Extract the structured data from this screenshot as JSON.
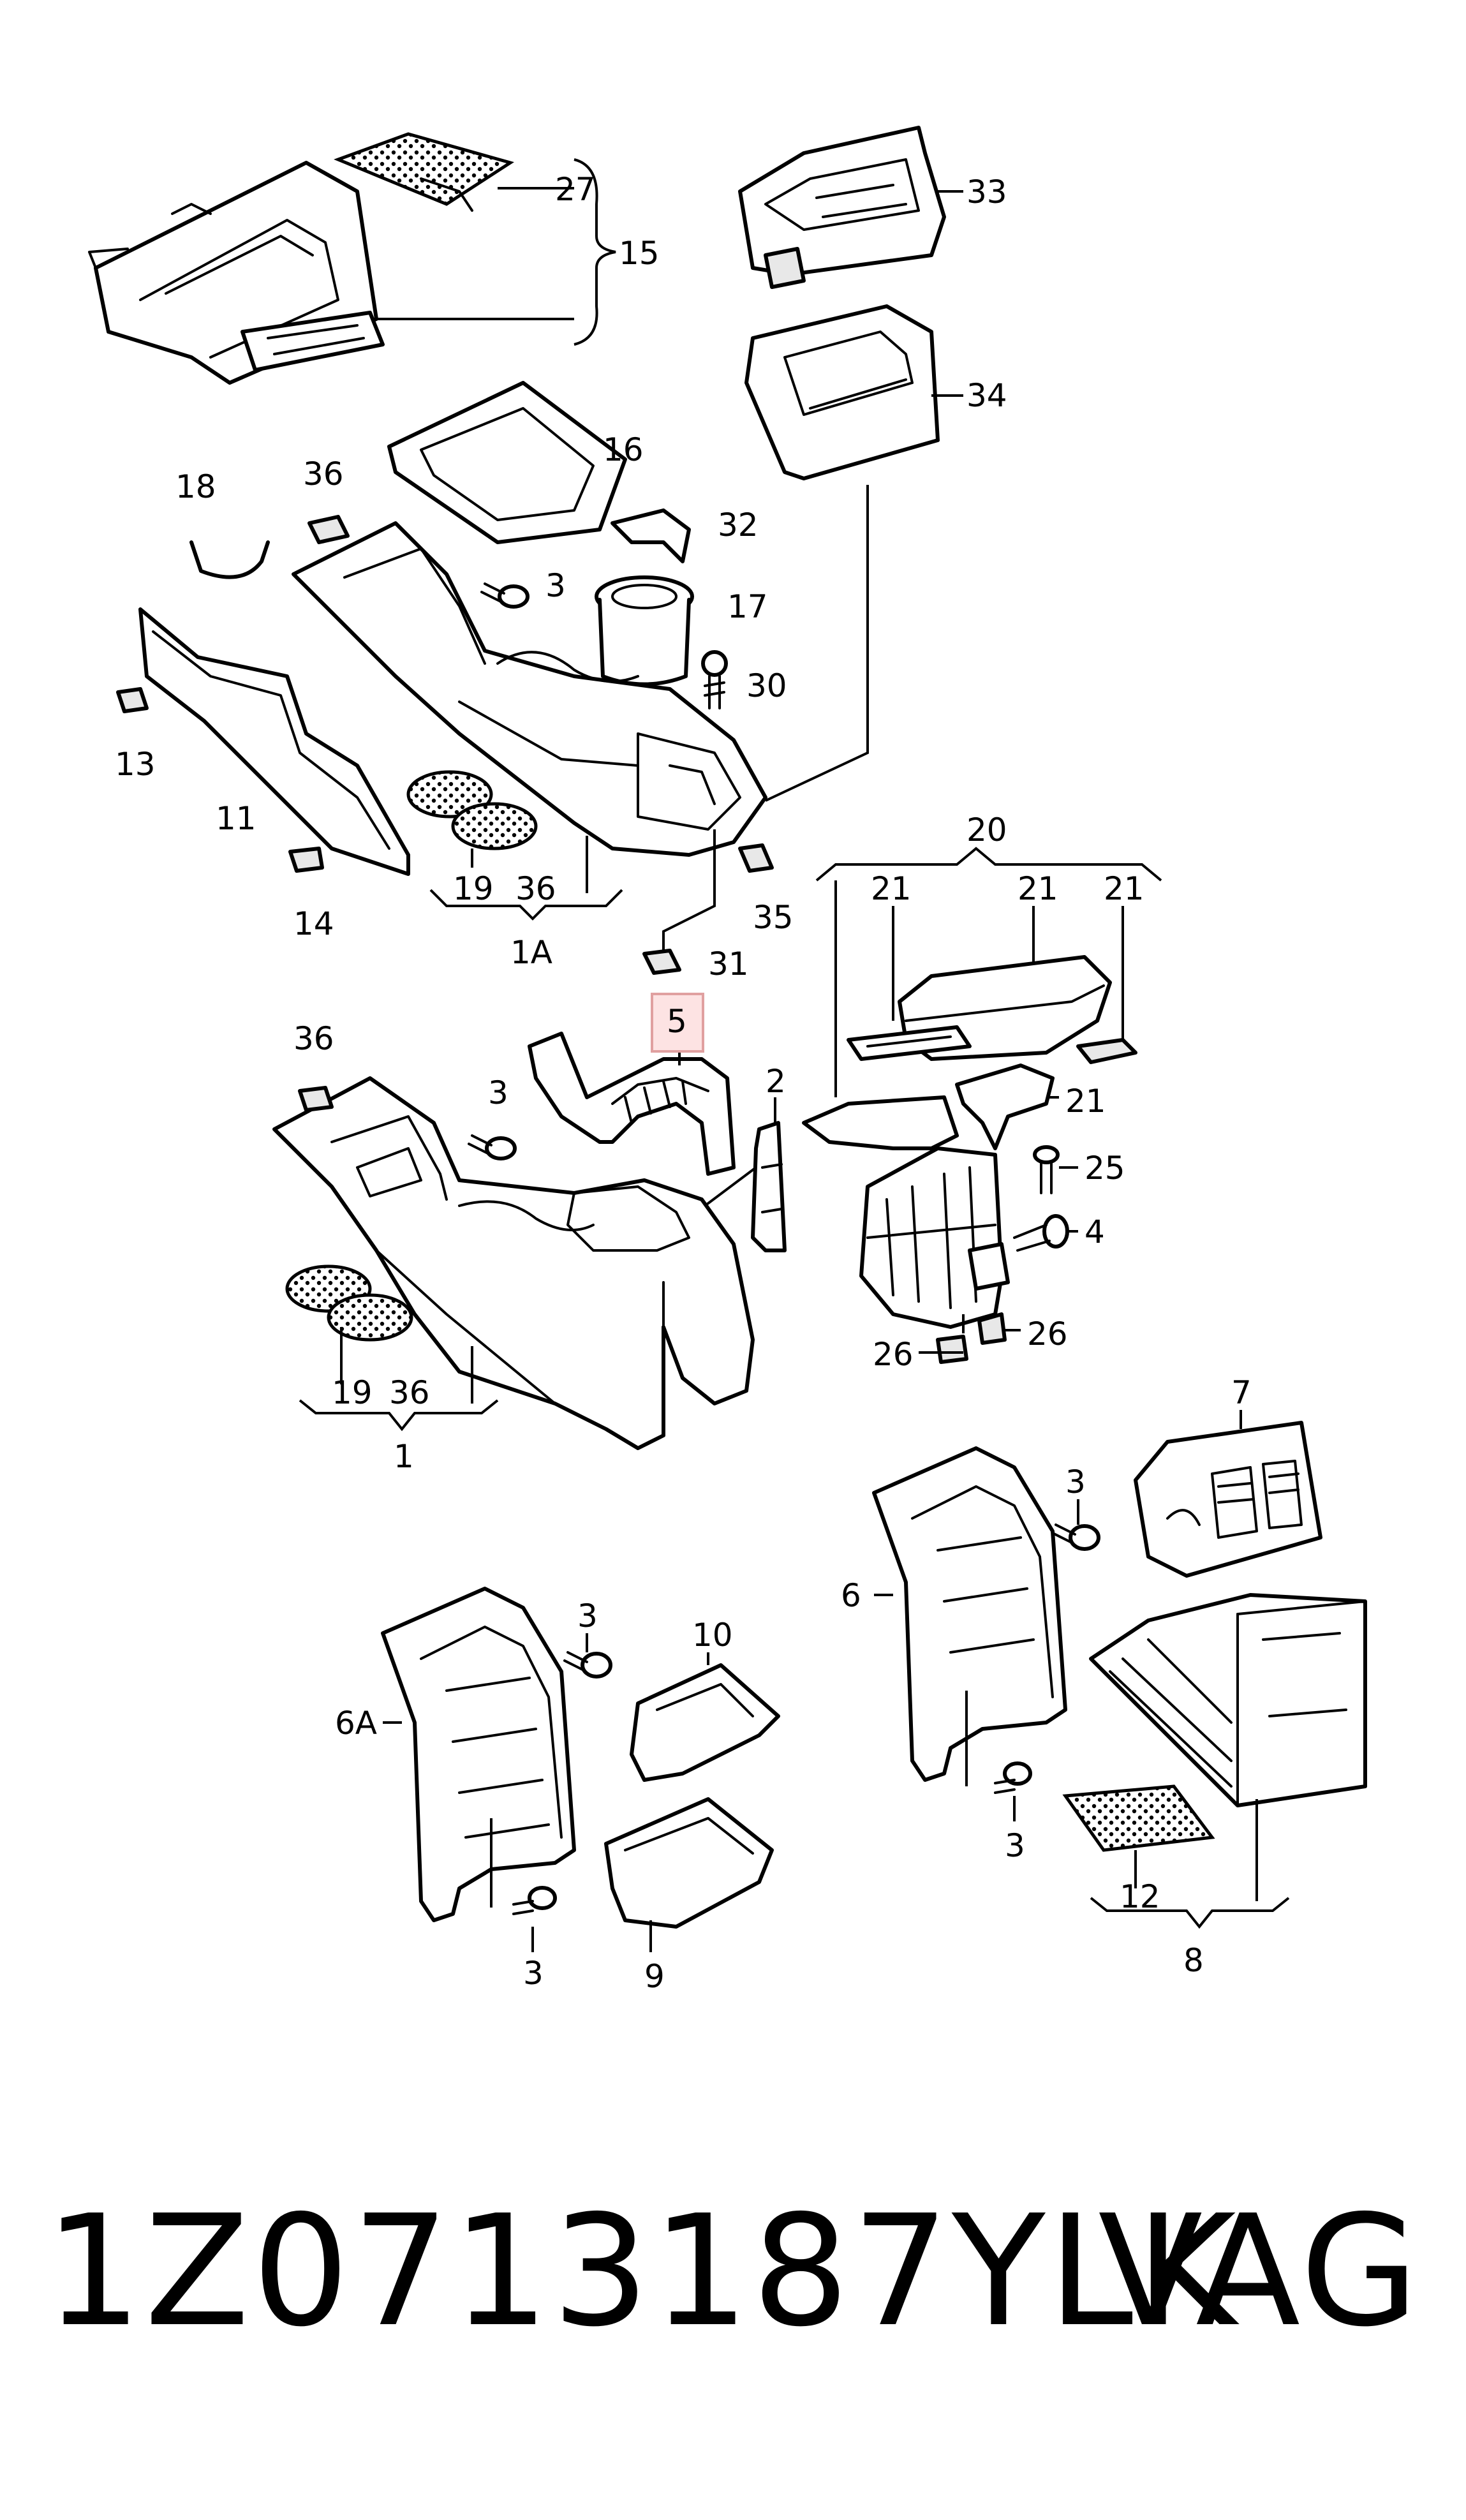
{
  "footer": {
    "part_number": "1Z0713187YLK",
    "brand": "VAG"
  },
  "callouts": {
    "c1": "1",
    "c1a": "1A",
    "c2": "2",
    "c3a": "3",
    "c3b": "3",
    "c3c": "3",
    "c3d": "3",
    "c3e": "3",
    "c3f": "3",
    "c4": "4",
    "c5": "5",
    "c6": "6",
    "c6a": "6A",
    "c7": "7",
    "c8": "8",
    "c9": "9",
    "c10": "10",
    "c11": "11",
    "c12": "12",
    "c13": "13",
    "c14": "14",
    "c15": "15",
    "c16": "16",
    "c17": "17",
    "c18": "18",
    "c19a": "19",
    "c19b": "19",
    "c20": "20",
    "c21a": "21",
    "c21b": "21",
    "c21c": "21",
    "c21d": "21",
    "c25": "25",
    "c26a": "26",
    "c26b": "26",
    "c27": "27",
    "c30": "30",
    "c31": "31",
    "c32": "32",
    "c33": "33",
    "c34": "34",
    "c35": "35",
    "c36a": "36",
    "c36b": "36",
    "c36c": "36",
    "c36d": "36"
  },
  "highlighted_callout": "5"
}
